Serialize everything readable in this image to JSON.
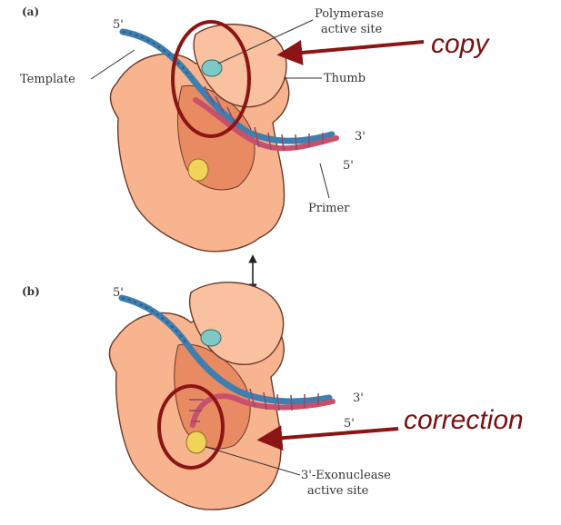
{
  "panels": {
    "a": {
      "tag": "(a)",
      "five_prime_top": "5'",
      "polymerase_line1": "Polymerase",
      "polymerase_line2": "active site",
      "thumb": "Thumb",
      "template": "Template",
      "three_prime": "3'",
      "five_prime_right": "5'",
      "primer": "Primer"
    },
    "b": {
      "tag": "(b)",
      "five_prime_top": "5'",
      "three_prime": "3'",
      "five_prime_right": "5'",
      "exonuclease_line1": "3'-Exonuclease",
      "exonuclease_line2": "active site"
    }
  },
  "annotations": {
    "copy": "copy",
    "correction": "correction"
  },
  "colors": {
    "protein": "#f7b48f",
    "protein_dark": "#e88a62",
    "template_strand": "#3f7fb0",
    "primer_strand": "#c9506a",
    "polymerase_site": "#7ec9c6",
    "exonuclease_site": "#f2d35a",
    "annotation": "#8b1414"
  },
  "icons": [
    "double-arrow-icon"
  ]
}
